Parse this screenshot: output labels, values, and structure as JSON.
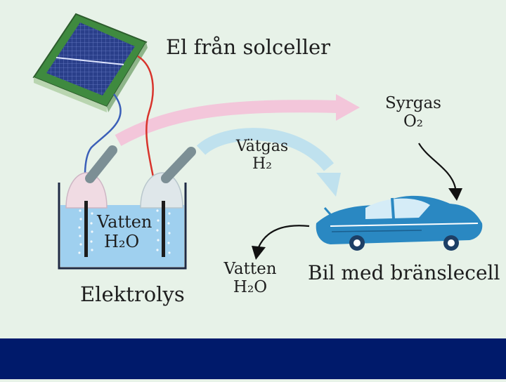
{
  "labels": {
    "solar_title": "El från solceller",
    "oxygen_name": "Syrgas",
    "oxygen_formula": "O₂",
    "hydrogen_name": "Vätgas",
    "hydrogen_formula": "H₂",
    "water_tank_name": "Vatten",
    "water_tank_formula": "H₂O",
    "electrolysis": "Elektrolys",
    "water_out_name": "Vatten",
    "water_out_formula": "H₂O",
    "fuel_cell_car": "Bil med bränslecell"
  },
  "colors": {
    "background": "#e7f2e8",
    "footer": "#001a6b",
    "oxygen_arrow": "#f3c6da",
    "hydrogen_arrow": "#bfe1ee",
    "water": "#9fd0ef",
    "car": "#2a88c2",
    "wire_red": "#d8342c",
    "wire_blue": "#3b5fb8"
  }
}
